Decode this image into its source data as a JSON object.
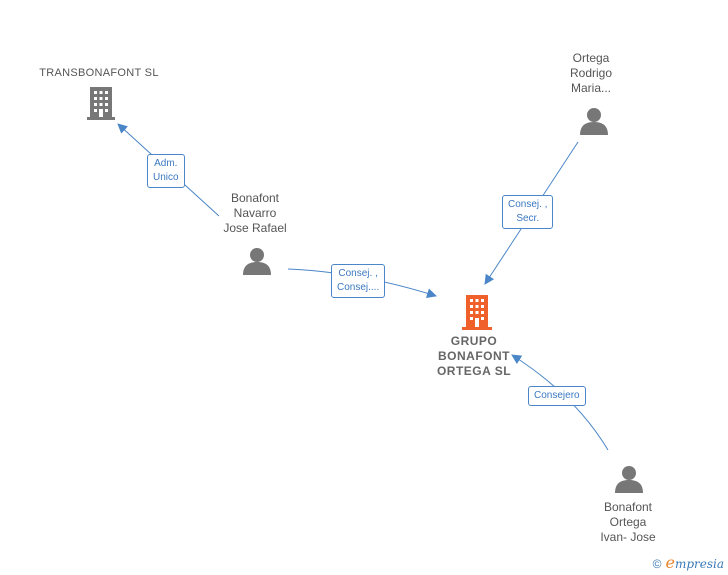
{
  "nodes": {
    "transbonafont": {
      "label": "TRANSBONAFONT SL"
    },
    "grupo": {
      "lines": [
        "GRUPO",
        "BONAFONT",
        "ORTEGA  SL"
      ]
    },
    "jose_rafael": {
      "lines": [
        "Bonafont",
        "Navarro",
        "Jose Rafael"
      ]
    },
    "rodrigo": {
      "lines": [
        "Ortega",
        "Rodrigo",
        "Maria..."
      ]
    },
    "ivan": {
      "lines": [
        "Bonafont",
        "Ortega",
        "Ivan- Jose"
      ]
    }
  },
  "edges": {
    "adm": {
      "lines": [
        "Adm.",
        "Unico"
      ]
    },
    "consej_jose": {
      "lines": [
        "Consej. ,",
        "Consej...."
      ]
    },
    "consej_secr": {
      "lines": [
        "Consej. ,",
        "Secr."
      ]
    },
    "consejero": {
      "lines": [
        "Consejero"
      ]
    }
  },
  "footer": {
    "copyright": "©",
    "brand_e": "e",
    "brand_rest": "mpresia"
  },
  "colors": {
    "edge": "#4a86c8",
    "main_company": "#f0602a",
    "company": "#777777",
    "person": "#777777"
  }
}
